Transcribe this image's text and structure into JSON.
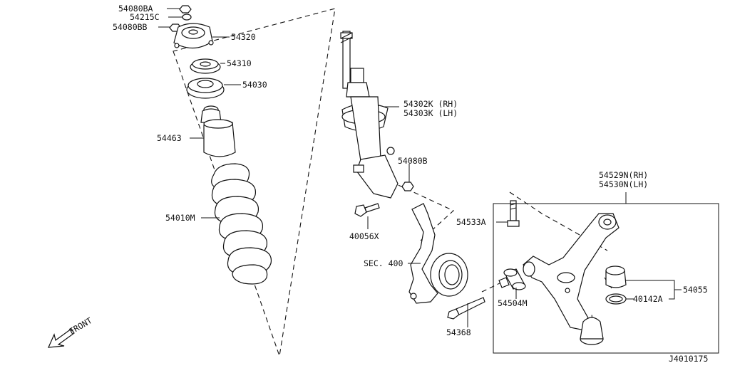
{
  "labels": {
    "p54080BA": "54080BA",
    "p54215C": "54215C",
    "p54080BB": "54080BB",
    "p54320": "54320",
    "p54310": "54310",
    "p54030": "54030",
    "p54463": "54463",
    "p54010M": "54010M",
    "p54302K": "54302K (RH)",
    "p54303K": "54303K (LH)",
    "p54080B": "54080B",
    "p40056X": "40056X",
    "p54533A": "54533A",
    "sec400": "SEC. 400",
    "p54368": "54368",
    "p54504M": "54504M",
    "p54529N": "54529N(RH)",
    "p54530N": "54530N(LH)",
    "p54055": "54055",
    "p40142A": "40142A",
    "front": "FRONT",
    "diagramId": "J4010175"
  },
  "icons": {
    "front_arrow": "front-arrow-icon"
  },
  "colors": {
    "line": "#111111",
    "background": "#ffffff"
  }
}
